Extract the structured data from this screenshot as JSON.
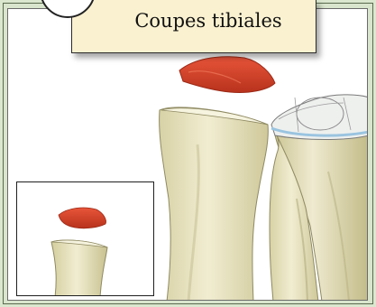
{
  "header": {
    "title": "Coupes tibiales"
  },
  "colors": {
    "background": "#dbe8cf",
    "bone": "#ebe6c2",
    "bone_shadow": "#b9b48a",
    "resected_fragment": "#d9432b",
    "implant": "#e6eaea",
    "title_card": "#faf1d0"
  },
  "figure": {
    "main_view": "tibia-and-fibula-with-resected-tibial-plateau",
    "inset_view": "fibula-head-with-resected-fragment"
  }
}
